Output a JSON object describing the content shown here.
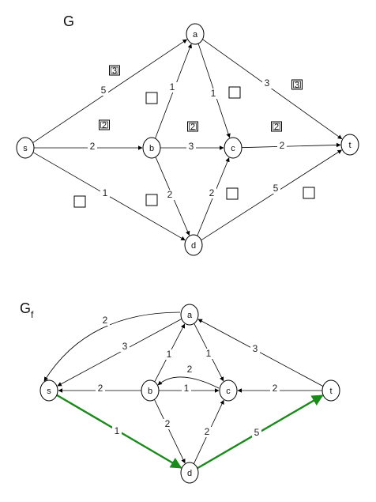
{
  "graph_g": {
    "title": "G",
    "nodes": [
      {
        "id": "s",
        "label": "s"
      },
      {
        "id": "a",
        "label": "a"
      },
      {
        "id": "b",
        "label": "b"
      },
      {
        "id": "c",
        "label": "c"
      },
      {
        "id": "d",
        "label": "d"
      },
      {
        "id": "t",
        "label": "t"
      }
    ],
    "edges": [
      {
        "from": "s",
        "to": "a",
        "capacity": "5",
        "flow": "3"
      },
      {
        "from": "s",
        "to": "b",
        "capacity": "2",
        "flow": "2"
      },
      {
        "from": "s",
        "to": "d",
        "capacity": "1",
        "flow": ""
      },
      {
        "from": "b",
        "to": "a",
        "capacity": "1",
        "flow": ""
      },
      {
        "from": "b",
        "to": "c",
        "capacity": "3",
        "flow": "2"
      },
      {
        "from": "b",
        "to": "d",
        "capacity": "2",
        "flow": ""
      },
      {
        "from": "a",
        "to": "c",
        "capacity": "1",
        "flow": ""
      },
      {
        "from": "a",
        "to": "t",
        "capacity": "3",
        "flow": "3"
      },
      {
        "from": "c",
        "to": "t",
        "capacity": "2",
        "flow": "2"
      },
      {
        "from": "d",
        "to": "c",
        "capacity": "2",
        "flow": ""
      },
      {
        "from": "d",
        "to": "t",
        "capacity": "5",
        "flow": ""
      }
    ]
  },
  "graph_gf": {
    "title": "G",
    "subscript": "f",
    "nodes": [
      {
        "id": "s",
        "label": "s"
      },
      {
        "id": "a",
        "label": "a"
      },
      {
        "id": "b",
        "label": "b"
      },
      {
        "id": "c",
        "label": "c"
      },
      {
        "id": "d",
        "label": "d"
      },
      {
        "id": "t",
        "label": "t"
      }
    ],
    "edges": [
      {
        "from": "a",
        "to": "s",
        "label": "2",
        "curved": true
      },
      {
        "from": "a",
        "to": "s",
        "label": "3"
      },
      {
        "from": "b",
        "to": "a",
        "label": "1"
      },
      {
        "from": "a",
        "to": "c",
        "label": "1"
      },
      {
        "from": "t",
        "to": "a",
        "label": "3"
      },
      {
        "from": "c",
        "to": "b",
        "label": "2",
        "curved": true
      },
      {
        "from": "b",
        "to": "s",
        "label": "2"
      },
      {
        "from": "b",
        "to": "c",
        "label": "1"
      },
      {
        "from": "t",
        "to": "c",
        "label": "2"
      },
      {
        "from": "b",
        "to": "d",
        "label": "2"
      },
      {
        "from": "d",
        "to": "c",
        "label": "2"
      },
      {
        "from": "s",
        "to": "d",
        "label": "1",
        "highlight": true
      },
      {
        "from": "d",
        "to": "t",
        "label": "5",
        "highlight": true
      }
    ],
    "highlight_color": "#1a8a1a"
  }
}
